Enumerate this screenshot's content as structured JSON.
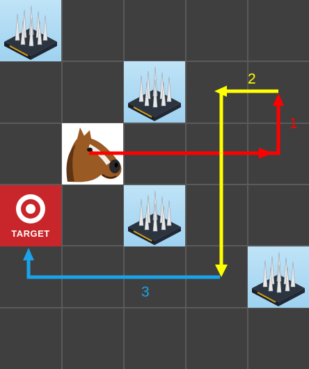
{
  "board": {
    "columns": 5,
    "rows": 6,
    "cell_colors": {
      "floor": "#3f3f3f",
      "grid": "#5a5a5a",
      "trap_bg": "#a9d9f3",
      "target_bg": "#c8262a"
    }
  },
  "pieces": [
    {
      "kind": "spike-trap",
      "col": 0,
      "row": 0
    },
    {
      "kind": "spike-trap",
      "col": 2,
      "row": 1
    },
    {
      "kind": "horse-head-player",
      "col": 1,
      "row": 2
    },
    {
      "kind": "target-goal",
      "col": 0,
      "row": 3
    },
    {
      "kind": "spike-trap",
      "col": 2,
      "row": 3
    },
    {
      "kind": "spike-trap",
      "col": 4,
      "row": 4
    }
  ],
  "target_logo": {
    "text": "TARGET"
  },
  "moves": [
    {
      "step": "1",
      "color": "#ff0000",
      "direction": "right-then-up"
    },
    {
      "step": "2",
      "color": "#ffff00",
      "direction": "left-then-down"
    },
    {
      "step": "3",
      "color": "#1aa3e8",
      "direction": "left-then-up"
    }
  ]
}
